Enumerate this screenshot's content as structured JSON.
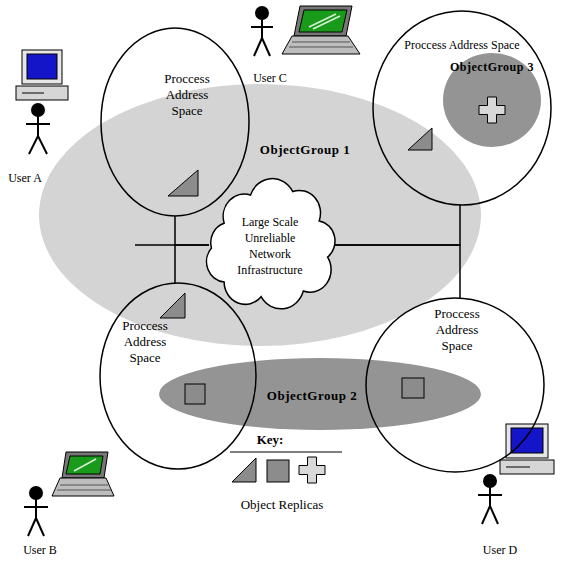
{
  "diagram": {
    "nodes": [
      {
        "text": [
          "Proccess Address Space"
        ]
      },
      {
        "text": [
          "Proccess Address Space"
        ]
      },
      {
        "text": [
          "ObjectGroup 3"
        ],
        "in": 1
      },
      {
        "text": [
          "ObjectGroup 1"
        ]
      },
      {
        "text": [
          "Large Scale Unreliable Network Infrastructure"
        ]
      },
      {
        "text": [
          "Proccess Address Space"
        ]
      },
      {
        "text": [
          "ObjectGroup 2"
        ]
      },
      {
        "text": [
          "Proccess Address Space"
        ]
      }
    ],
    "edges": [
      {
        "from": 0,
        "to": 4,
        "arrow": "none"
      },
      {
        "from": 1,
        "to": 4,
        "arrow": "none"
      },
      {
        "from": 5,
        "to": 4,
        "arrow": "none"
      },
      {
        "from": 7,
        "to": 4,
        "arrow": "none"
      }
    ],
    "labels": [
      "User C",
      "User A",
      "Key:",
      "User B",
      "User D"
    ],
    "legend": [
      {
        "text": "Object Replicas"
      }
    ]
  }
}
